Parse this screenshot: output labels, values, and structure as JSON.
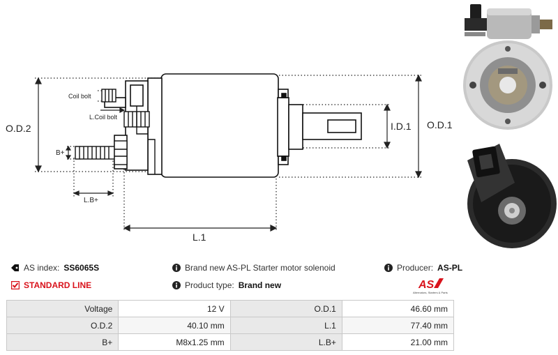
{
  "drawing": {
    "labels": {
      "od2": "O.D.2",
      "od1": "O.D.1",
      "id1": "I.D.1",
      "l1": "L.1",
      "lb": "L.B+",
      "bplus": "B+",
      "coil_bolt": "Coil bolt",
      "l_coil_bolt": "L.Coil bolt"
    }
  },
  "info": {
    "as_index_label": "AS index:",
    "as_index_value": "SS6065S",
    "line_label": "STANDARD LINE",
    "description": "Brand new AS-PL Starter motor solenoid",
    "product_type_label": "Product type:",
    "product_type_value": "Brand new",
    "producer_label": "Producer:",
    "producer_value": "AS-PL"
  },
  "logo": {
    "mark": "AS",
    "tagline": "Alternators, Starters & Parts"
  },
  "specs": [
    [
      "Voltage",
      "12 V",
      "O.D.1",
      "46.60 mm"
    ],
    [
      "O.D.2",
      "40.10 mm",
      "L.1",
      "77.40 mm"
    ],
    [
      "B+",
      "M8x1.25  mm",
      "L.B+",
      "21.00 mm"
    ]
  ],
  "colors": {
    "accent_red": "#d9121b",
    "table_key_bg": "#e9e9e9"
  }
}
